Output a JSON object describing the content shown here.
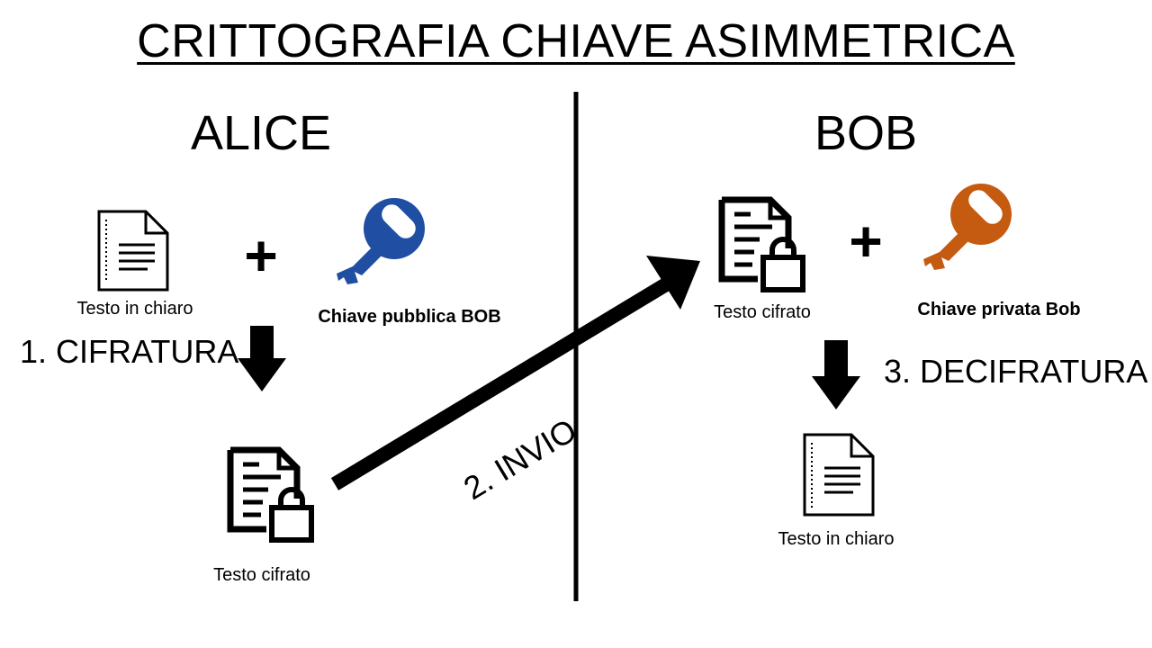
{
  "title": "CRITTOGRAFIA CHIAVE ASIMMETRICA",
  "alice": {
    "heading": "ALICE",
    "plain_text_label": "Testo in chiaro",
    "plus": "+",
    "key_label": "Chiave pubblica BOB",
    "step1": "1. CIFRATURA",
    "cipher_label": "Testo cifrato"
  },
  "transfer": {
    "step2": "2. INVIO"
  },
  "bob": {
    "heading": "BOB",
    "cipher_label": "Testo cifrato",
    "plus": "+",
    "key_label": "Chiave privata Bob",
    "step3": "3. DECIFRATURA",
    "plain_text_label": "Testo in chiaro"
  },
  "colors": {
    "public_key": "#1f4ea3",
    "private_key": "#c55a11",
    "ink": "#000000"
  },
  "icons": {
    "document": "document-icon",
    "locked_document": "locked-document-icon",
    "public_key": "key-icon",
    "private_key": "key-icon",
    "arrow_down": "arrow-down-icon",
    "arrow_diagonal": "arrow-diagonal-icon"
  }
}
